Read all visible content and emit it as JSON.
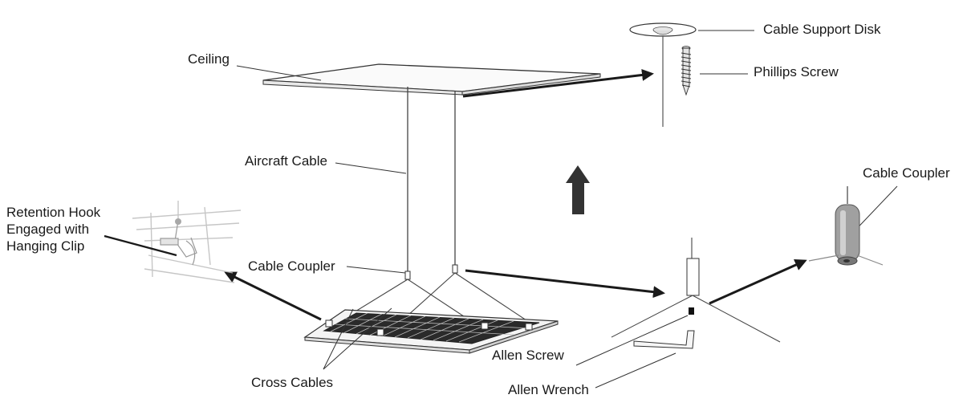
{
  "labels": {
    "ceiling": "Ceiling",
    "aircraft_cable": "Aircraft Cable",
    "cable_coupler_main": "Cable Coupler",
    "cross_cables": "Cross Cables",
    "retention_hook_line1": "Retention Hook",
    "retention_hook_line2": "Engaged with",
    "retention_hook_line3": "Hanging Clip",
    "cable_support_disk": "Cable Support Disk",
    "phillips_screw": "Phillips Screw",
    "cable_coupler_detail": "Cable Coupler",
    "allen_screw": "Allen Screw",
    "allen_wrench": "Allen Wrench"
  },
  "colors": {
    "line": "#333333",
    "arrow": "#1a1a1a",
    "up_arrow": "#333333",
    "panel_fill": "#f2f2f2",
    "coupler_body": "#9a9a9a"
  }
}
